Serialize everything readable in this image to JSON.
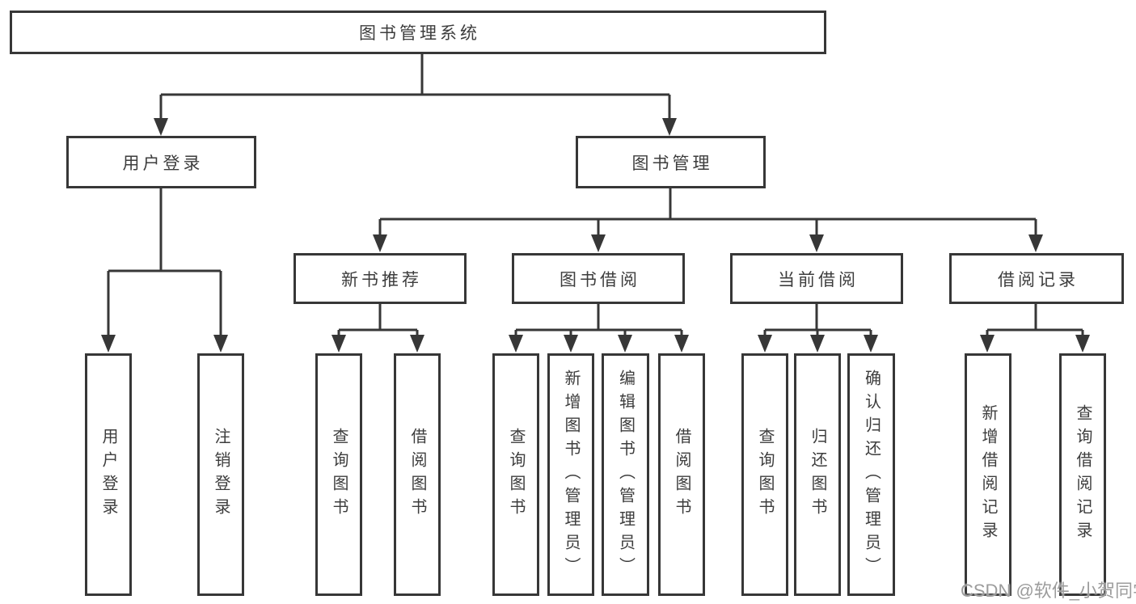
{
  "diagram": {
    "type": "hierarchy-tree",
    "nodes": {
      "root": "图书管理系统",
      "level1": [
        "用户登录",
        "图书管理"
      ],
      "level2": [
        "新书推荐",
        "图书借阅",
        "当前借阅",
        "借阅记录"
      ],
      "leaves": [
        "用户登录",
        "注销登录",
        "查询图书",
        "借阅图书",
        "查询图书",
        "新增图书（管理员）",
        "编辑图书（管理员）",
        "借阅图书",
        "查询图书",
        "归还图书",
        "确认归还（管理员）",
        "新增借阅记录",
        "查询借阅记录"
      ]
    },
    "hierarchy": {
      "图书管理系统": [
        "用户登录",
        "图书管理"
      ],
      "用户登录": [
        "用户登录",
        "注销登录"
      ],
      "图书管理": [
        "新书推荐",
        "图书借阅",
        "当前借阅",
        "借阅记录"
      ],
      "新书推荐": [
        "查询图书",
        "借阅图书"
      ],
      "图书借阅": [
        "查询图书",
        "新增图书（管理员）",
        "编辑图书（管理员）",
        "借阅图书"
      ],
      "当前借阅": [
        "查询图书",
        "归还图书",
        "确认归还（管理员）"
      ],
      "借阅记录": [
        "新增借阅记录",
        "查询借阅记录"
      ]
    },
    "colors": {
      "line": "#373737",
      "text": "#3d3d3d",
      "background": "#ffffff",
      "watermark": "#9c9c9c"
    }
  },
  "watermark": {
    "text": "CSDN @软件_小贺同学"
  }
}
